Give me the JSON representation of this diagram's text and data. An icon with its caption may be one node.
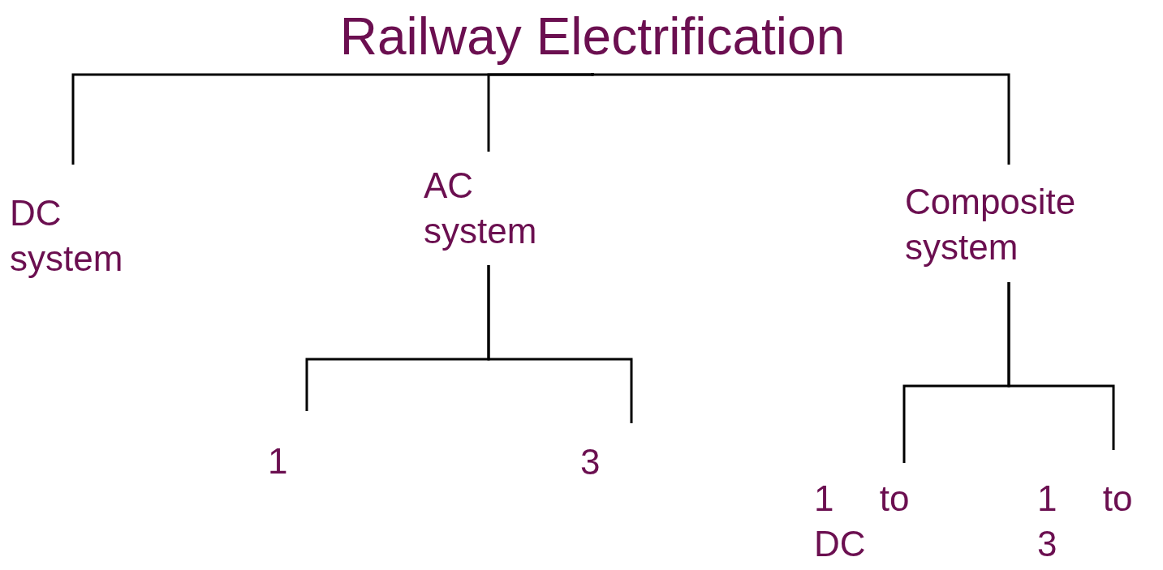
{
  "diagram": {
    "nodes": [
      {
        "text": [
          "Railway Electrification"
        ]
      },
      {
        "text": [
          "DC system"
        ]
      },
      {
        "text": [
          "AC system"
        ]
      },
      {
        "text": [
          "Composite system"
        ]
      },
      {
        "text": [
          "1"
        ]
      },
      {
        "text": [
          "3"
        ]
      },
      {
        "text": [
          "1 to DC"
        ]
      },
      {
        "text": [
          "1 to 3"
        ]
      }
    ],
    "edges": [
      {
        "from": 0,
        "to": 1,
        "arrow": "none"
      },
      {
        "from": 0,
        "to": 2,
        "arrow": "none"
      },
      {
        "from": 0,
        "to": 3,
        "arrow": "none"
      },
      {
        "from": 2,
        "to": 4,
        "arrow": "none"
      },
      {
        "from": 2,
        "to": 5,
        "arrow": "none"
      },
      {
        "from": 3,
        "to": 6,
        "arrow": "none"
      },
      {
        "from": 3,
        "to": 7,
        "arrow": "none"
      }
    ]
  }
}
